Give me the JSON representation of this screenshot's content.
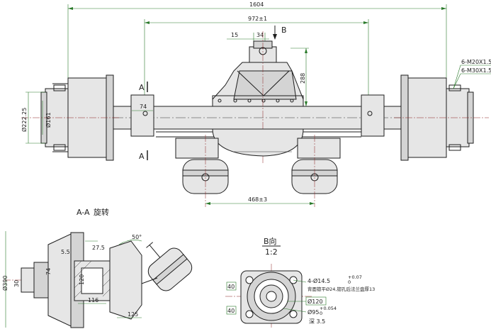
{
  "dimensions": {
    "overall_width": "1604",
    "spring_seat_spacing": "972±1",
    "offset_15": "15",
    "offset_34": "34",
    "height_288": "288",
    "width_74": "74",
    "diameter_161": "Ø161",
    "diameter_222": "Ø222.25",
    "chamber_spacing": "468±3",
    "bolts_m20": "6-M20X1.5",
    "bolts_m30": "6-M30X1.5",
    "section_angle": "50°",
    "section_27_5": "27.5",
    "section_5_5": "5.5",
    "section_74": "74",
    "section_120": "120",
    "section_116": "116",
    "section_125": "125",
    "section_30": "30",
    "section_diameter_390": "Ø390"
  },
  "labels": {
    "view_b_arrow": "B",
    "section_a_top": "A",
    "section_a_bottom": "A",
    "section_title": "A-A",
    "section_title_cn": "旋转",
    "view_b_title": "B向",
    "view_b_scale": "1:2"
  },
  "view_b": {
    "holes": "4-Ø14.5",
    "holes_tol_top": "+0.07",
    "holes_tol_bot": "0",
    "holes_note": "背面锪平Ø24,锪孔后法兰盘厚13",
    "bore_120": "Ø120",
    "bore_95": "Ø95",
    "bore_95_tol_top": "+0.054",
    "bore_95_tol_bot": "0",
    "depth": "深 3.5",
    "dim_40_top": "40",
    "dim_40_bot": "40"
  }
}
